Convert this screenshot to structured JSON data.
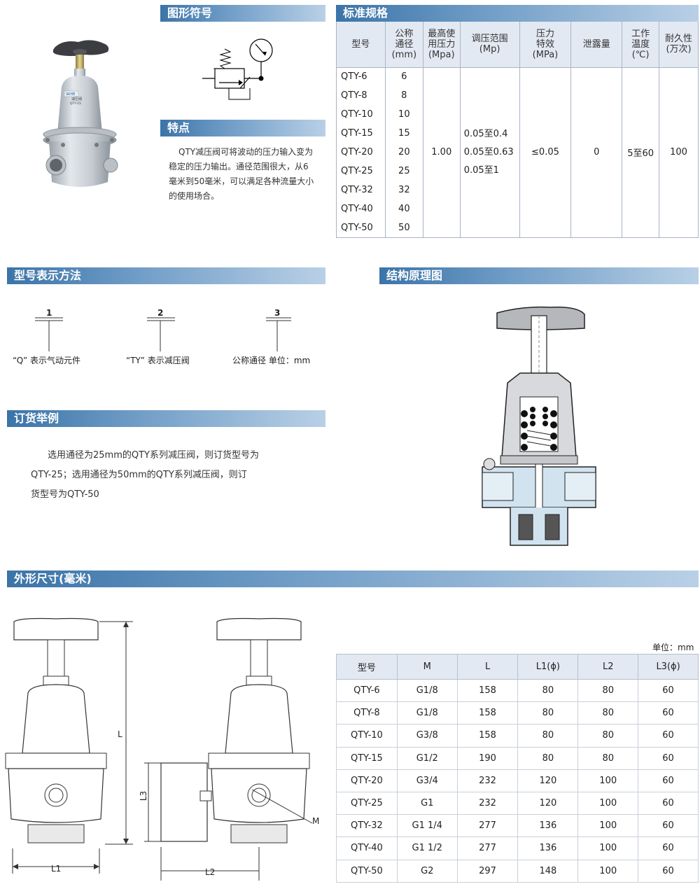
{
  "sections": {
    "symbol": "图形符号",
    "spec": "标准规格",
    "feature": "特点",
    "model_method": "型号表示方法",
    "structure": "结构原理图",
    "order": "订货举例",
    "dimensions": "外形尺寸(毫米)"
  },
  "feature_text": [
    "QTY减压阀可将波动的压力输入变为",
    "稳定的压力输出。通径范围很大，从6",
    "毫米到50毫米，可以满足各种流量大小",
    "的使用场合。"
  ],
  "spec_table": {
    "headers": [
      [
        "型号"
      ],
      [
        "公称",
        "通径",
        "(mm)"
      ],
      [
        "最高使",
        "用压力",
        "(Mpa)"
      ],
      [
        "调压范围",
        "(Mp)"
      ],
      [
        "压力",
        "特效",
        "(MPa)"
      ],
      [
        "泄露量"
      ],
      [
        "工作",
        "温度",
        "(℃)"
      ],
      [
        "耐久性",
        "(万次)"
      ]
    ],
    "models": [
      "QTY-6",
      "QTY-8",
      "QTY-10",
      "QTY-15",
      "QTY-20",
      "QTY-25",
      "QTY-32",
      "QTY-40",
      "QTY-50"
    ],
    "bores": [
      "6",
      "8",
      "10",
      "15",
      "20",
      "25",
      "32",
      "40",
      "50"
    ],
    "max_pressure": "1.00",
    "range": [
      "0.05至0.4",
      "0.05至0.63",
      "0.05至1"
    ],
    "pressure_char": "≤0.05",
    "leakage": "0",
    "temp": "5至60",
    "durability": "100"
  },
  "model_code": {
    "n1": "1",
    "n2": "2",
    "n3": "3",
    "d1": "“Q” 表示气动元件",
    "d2": "“TY” 表示减压阀",
    "d3": "公称通径  单位：mm"
  },
  "order_text": [
    "选用通径为25mm的QTY系列减压阀，则订货型号为",
    "QTY-25；选用通径为50mm的QTY系列减压阀，则订",
    "货型号为QTY-50"
  ],
  "product_label": {
    "brand": "SKHE",
    "name": "减压阀",
    "model": "QTY-15"
  },
  "drawing_labels": {
    "L": "L",
    "L1": "L1",
    "L2": "L2",
    "L3": "L3",
    "M": "M"
  },
  "dim_unit": "单位：mm",
  "dim_table": {
    "headers": [
      "型号",
      "M",
      "L",
      "L1(ϕ)",
      "L2",
      "L3(ϕ)"
    ],
    "rows": [
      [
        "QTY-6",
        "G1/8",
        "158",
        "80",
        "80",
        "60"
      ],
      [
        "QTY-8",
        "G1/8",
        "158",
        "80",
        "80",
        "60"
      ],
      [
        "QTY-10",
        "G3/8",
        "158",
        "80",
        "80",
        "60"
      ],
      [
        "QTY-15",
        "G1/2",
        "190",
        "80",
        "80",
        "60"
      ],
      [
        "QTY-20",
        "G3/4",
        "232",
        "120",
        "100",
        "60"
      ],
      [
        "QTY-25",
        "G1",
        "232",
        "120",
        "100",
        "60"
      ],
      [
        "QTY-32",
        "G1 1/4",
        "277",
        "136",
        "100",
        "60"
      ],
      [
        "QTY-40",
        "G1 1/2",
        "277",
        "136",
        "100",
        "60"
      ],
      [
        "QTY-50",
        "G2",
        "297",
        "148",
        "100",
        "60"
      ]
    ]
  }
}
